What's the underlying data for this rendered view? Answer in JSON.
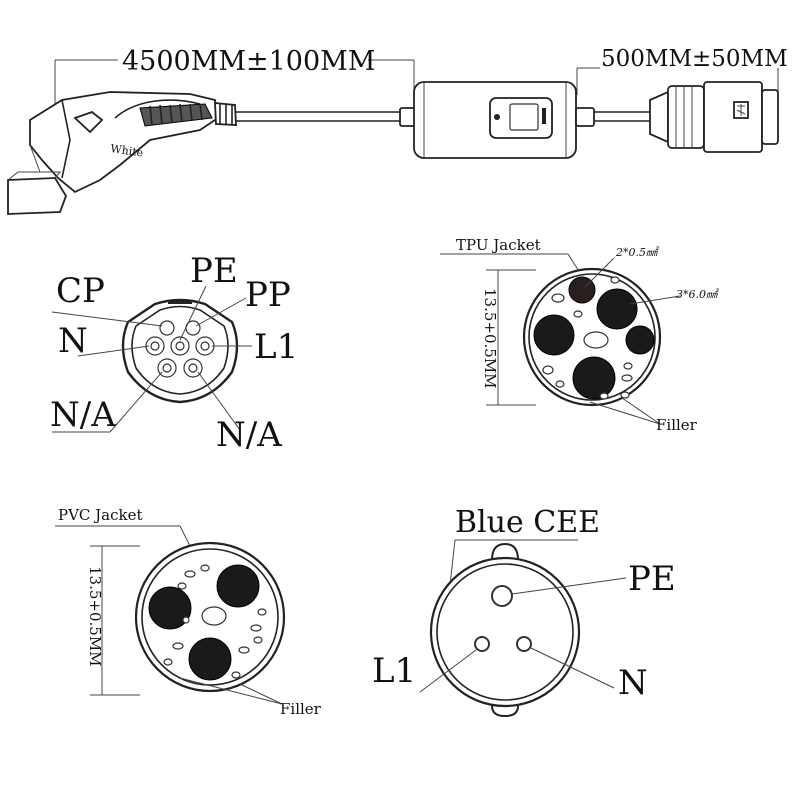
{
  "top_assembly": {
    "cable_length_main": "4500MM±100MM",
    "cable_length_plug": "500MM±50MM",
    "handle_text": "White"
  },
  "type2_connector": {
    "pins": {
      "pe": "PE",
      "cp": "CP",
      "pp": "PP",
      "n": "N",
      "l1": "L1",
      "na_left": "N/A",
      "na_right": "N/A"
    }
  },
  "tpu_section": {
    "jacket": "TPU Jacket",
    "signal_cores": "2*0.5㎟",
    "power_cores": "3*6.0㎟",
    "diameter": "13.5+0.5MM",
    "filler": "Filler"
  },
  "pvc_section": {
    "jacket": "PVC Jacket",
    "diameter": "13.5+0.5MM",
    "filler": "Filler"
  },
  "cee_plug": {
    "title": "Blue CEE",
    "pins": {
      "pe": "PE",
      "l1": "L1",
      "n": "N"
    }
  }
}
